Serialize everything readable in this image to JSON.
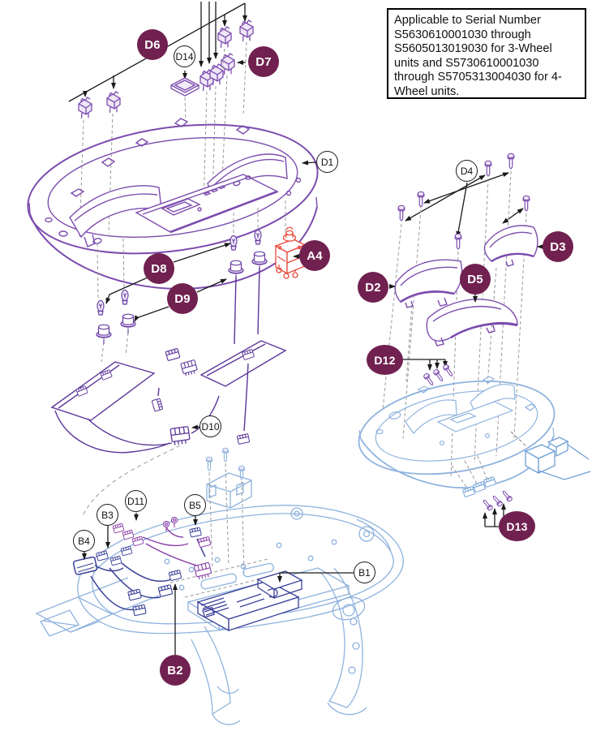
{
  "note_box": {
    "text": "Applicable to Serial Number S5630610001030 through S5605013019030 for 3-Wheel units and S5730610001030 through S5705313004030 for 4-Wheel units."
  },
  "callouts": {
    "filled": {
      "D6": "D6",
      "D7": "D7",
      "D8": "D8",
      "D9": "D9",
      "A4": "A4",
      "D2": "D2",
      "D3": "D3",
      "D5": "D5",
      "D12": "D12",
      "D13": "D13",
      "B2": "B2"
    },
    "outlined": {
      "D14": "D14",
      "D1": "D1",
      "D4": "D4",
      "D10": "D10",
      "D11": "D11",
      "B3": "B3",
      "B4": "B4",
      "B5": "B5",
      "B1": "B1"
    }
  },
  "colors": {
    "badge_fill": "#702150",
    "badge_text": "#FFFFFF",
    "callout_outline": "#1A1A1A",
    "part_purple": "#7C4CAE",
    "harness_purple": "#5C3699",
    "wire_purple": "#8A3FA8",
    "circuit_breaker_red": "#E8483C",
    "frame_light_blue": "#8FB3DE",
    "module_navy": "#3A4198",
    "leader_line": "#1A1A1A",
    "guide_dash_gray": "#9A9A9A"
  }
}
